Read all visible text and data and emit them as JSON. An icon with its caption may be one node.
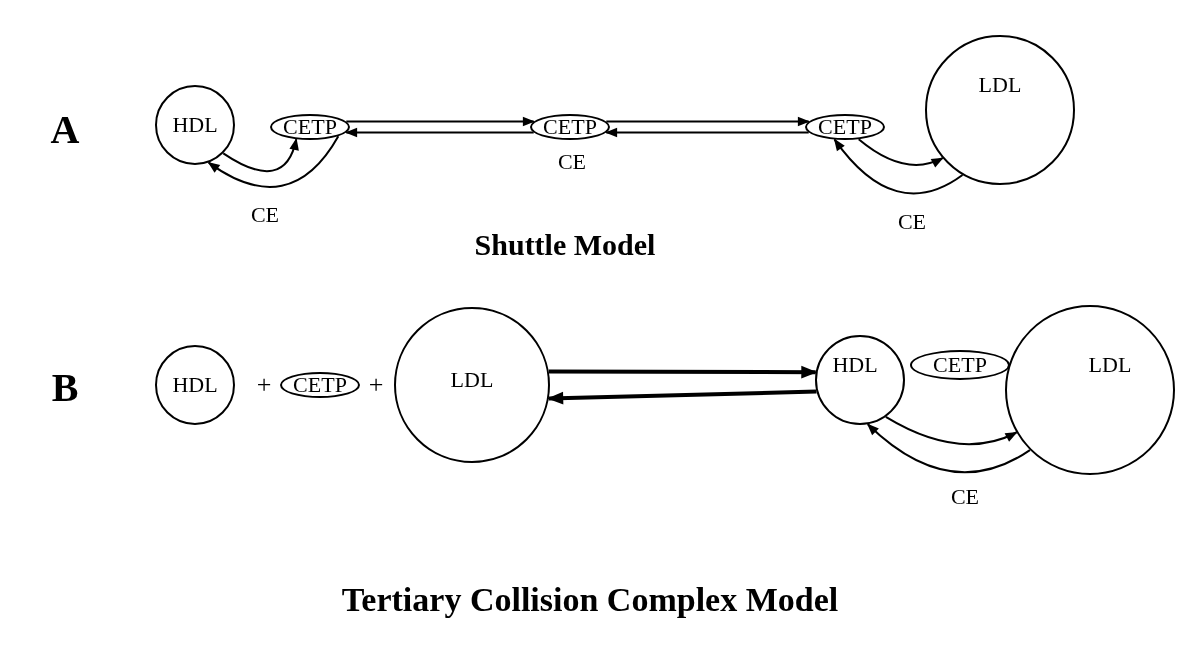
{
  "diagram": {
    "nodes": [
      {
        "text": [
          "HDL"
        ]
      },
      {
        "text": [
          "CETP"
        ]
      },
      {
        "text": [
          "CETP"
        ],
        "beside": [
          "CE"
        ]
      },
      {
        "text": [
          "CETP"
        ]
      },
      {
        "text": [
          "LDL"
        ]
      },
      {
        "text": [
          "HDL"
        ]
      },
      {
        "text": [
          "CETP"
        ]
      },
      {
        "text": [
          "LDL"
        ]
      },
      {
        "text": [
          "HDL"
        ]
      },
      {
        "text": [
          "CETP"
        ]
      },
      {
        "text": [
          "LDL"
        ]
      }
    ],
    "edges": [
      {
        "from": 0,
        "to": 1,
        "arrow": "to"
      },
      {
        "from": 1,
        "to": 0,
        "arrow": "to",
        "label": "CE"
      },
      {
        "from": 1,
        "to": 2,
        "arrow": "to"
      },
      {
        "from": 2,
        "to": 1,
        "arrow": "to"
      },
      {
        "from": 2,
        "to": 3,
        "arrow": "to"
      },
      {
        "from": 3,
        "to": 2,
        "arrow": "to"
      },
      {
        "from": 3,
        "to": 4,
        "arrow": "to"
      },
      {
        "from": 4,
        "to": 3,
        "arrow": "to",
        "label": "CE"
      },
      {
        "from": 7,
        "to": 8,
        "arrow": "to",
        "style": "thick"
      },
      {
        "from": 8,
        "to": 7,
        "arrow": "to",
        "style": "thick"
      },
      {
        "from": 8,
        "to": 10,
        "arrow": "to"
      },
      {
        "from": 10,
        "to": 8,
        "arrow": "to",
        "label": "CE"
      }
    ],
    "labels": [
      "A",
      "Shuttle Model",
      "B",
      "+",
      "+",
      "Tertiary Collision Complex Model"
    ]
  }
}
